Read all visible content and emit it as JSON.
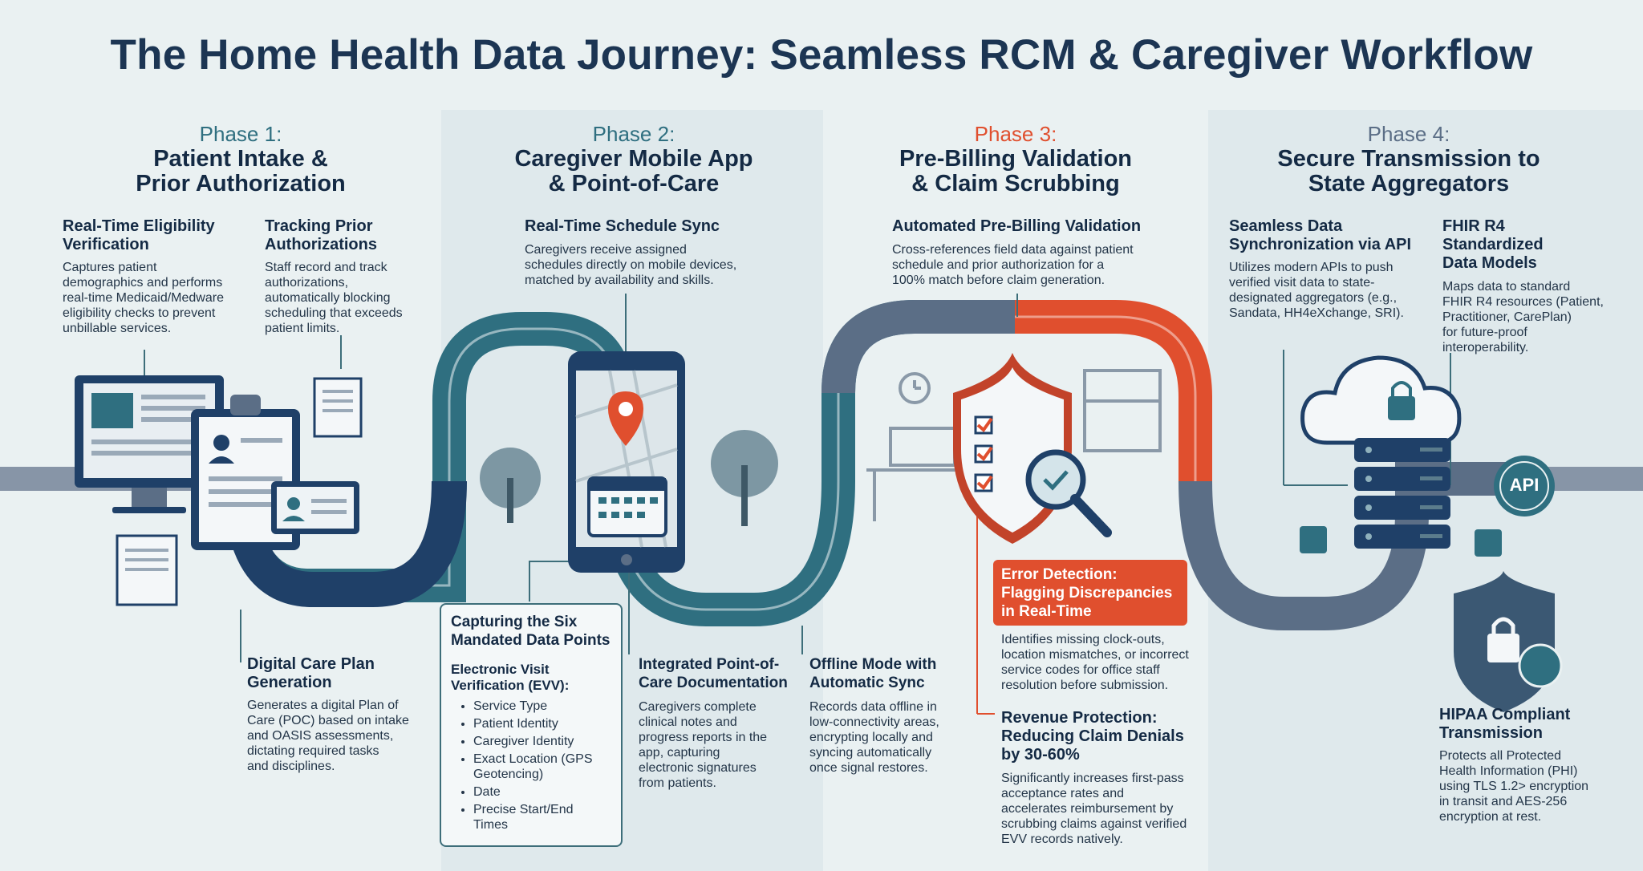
{
  "title": "The Home Health Data Journey: Seamless RCM & Caregiver Workflow",
  "colors": {
    "navy": "#1f4068",
    "teal": "#2f6f80",
    "slate": "#5b6e86",
    "orange": "#e04f2e",
    "bg": "#eaf1f2"
  },
  "phases": [
    {
      "label": "Phase 1:",
      "title_line1": "Patient Intake &",
      "title_line2": "Prior Authorization",
      "color": "#2f6f80"
    },
    {
      "label": "Phase 2:",
      "title_line1": "Caregiver Mobile App",
      "title_line2": "& Point-of-Care",
      "color": "#2f6f80"
    },
    {
      "label": "Phase 3:",
      "title_line1": "Pre-Billing Validation",
      "title_line2": "& Claim Scrubbing",
      "color": "#e04f2e"
    },
    {
      "label": "Phase 4:",
      "title_line1": "Secure Transmission to",
      "title_line2": "State Aggregators",
      "color": "#5b6e86"
    }
  ],
  "p1": {
    "eligibility": {
      "h1": "Real-Time Eligibility",
      "h2": "Verification",
      "t1": "Captures patient",
      "t2": "demographics and performs",
      "t3": "real-time Medicaid/Medware",
      "t4": "eligibility checks to prevent",
      "t5": "unbillable services."
    },
    "prior_auth": {
      "h1": "Tracking Prior",
      "h2": "Authorizations",
      "t1": "Staff record and track",
      "t2": "authorizations,",
      "t3": "automatically blocking",
      "t4": "scheduling that exceeds",
      "t5": "patient limits."
    },
    "care_plan": {
      "h1": "Digital Care Plan",
      "h2": "Generation",
      "t1": "Generates a digital Plan of",
      "t2": "Care (POC) based on intake",
      "t3": "and OASIS assessments,",
      "t4": "dictating required tasks",
      "t5": "and disciplines."
    }
  },
  "p2": {
    "schedule": {
      "h1": "Real-Time Schedule Sync",
      "t1": "Caregivers receive assigned",
      "t2": "schedules directly on mobile devices,",
      "t3": "matched by availability and skills."
    },
    "six_points": {
      "h1": "Capturing the Six",
      "h2": "Mandated Data Points",
      "sub1": "Electronic Visit",
      "sub2": "Verification (EVV):",
      "items": [
        "Service Type",
        "Patient Identity",
        "Caregiver Identity",
        "Exact Location (GPS",
        "Geotencing)",
        "Date",
        "Precise Start/End",
        "Times"
      ]
    },
    "documentation": {
      "h1": "Integrated Point-of-",
      "h2": "Care Documentation",
      "t1": "Caregivers complete",
      "t2": "clinical notes and",
      "t3": "progress reports in the",
      "t4": "app, capturing",
      "t5": "electronic signatures",
      "t6": "from patients."
    },
    "offline": {
      "h1": "Offline Mode with",
      "h2": "Automatic Sync",
      "t1": "Records data offline in",
      "t2": "low-connectivity areas,",
      "t3": "encrypting locally and",
      "t4": "syncing automatically",
      "t5": "once signal restores."
    }
  },
  "p3": {
    "validation": {
      "h1": "Automated Pre-Billing Validation",
      "t1": "Cross-references field data against patient",
      "t2": "schedule and prior authorization for a",
      "t3": "100% match before claim generation."
    },
    "errors": {
      "h1": "Error Detection:",
      "h2": "Flagging Discrepancies",
      "h3": "in Real-Time",
      "t1": "Identifies missing clock-outs,",
      "t2": "location mismatches, or incorrect",
      "t3": "service codes for office staff",
      "t4": "resolution before submission."
    },
    "revenue": {
      "h1": "Revenue Protection:",
      "h2": "Reducing Claim Denials",
      "h3": "by 30-60%",
      "t1": "Significantly increases first-pass",
      "t2": "acceptance rates and",
      "t3": "accelerates reimbursement by",
      "t4": "scrubbing claims against verified",
      "t5": "EVV records natively."
    }
  },
  "p4": {
    "api": {
      "h1": "Seamless Data",
      "h2": "Synchronization via API",
      "t1": "Utilizes modern APIs to push",
      "t2": "verified visit data to state-",
      "t3": "designated aggregators (e.g.,",
      "t4": "Sandata, HH4eXchange, SRI)."
    },
    "fhir": {
      "h1": "FHIR R4",
      "h2": "Standardized",
      "h3": "Data Models",
      "t1": "Maps data to standard",
      "t2": "FHIR R4 resources (Patient,",
      "t3": "Practitioner, CarePlan)",
      "t4": "for future-proof",
      "t5": "interoperability."
    },
    "api_badge": "API",
    "hipaa": {
      "h1": "HIPAA Compliant",
      "h2": "Transmission",
      "t1": "Protects all Protected",
      "t2": "Health Information (PHI)",
      "t3": "using TLS 1.2> encryption",
      "t4": "in transit and AES-256",
      "t5": "encryption at rest."
    }
  }
}
